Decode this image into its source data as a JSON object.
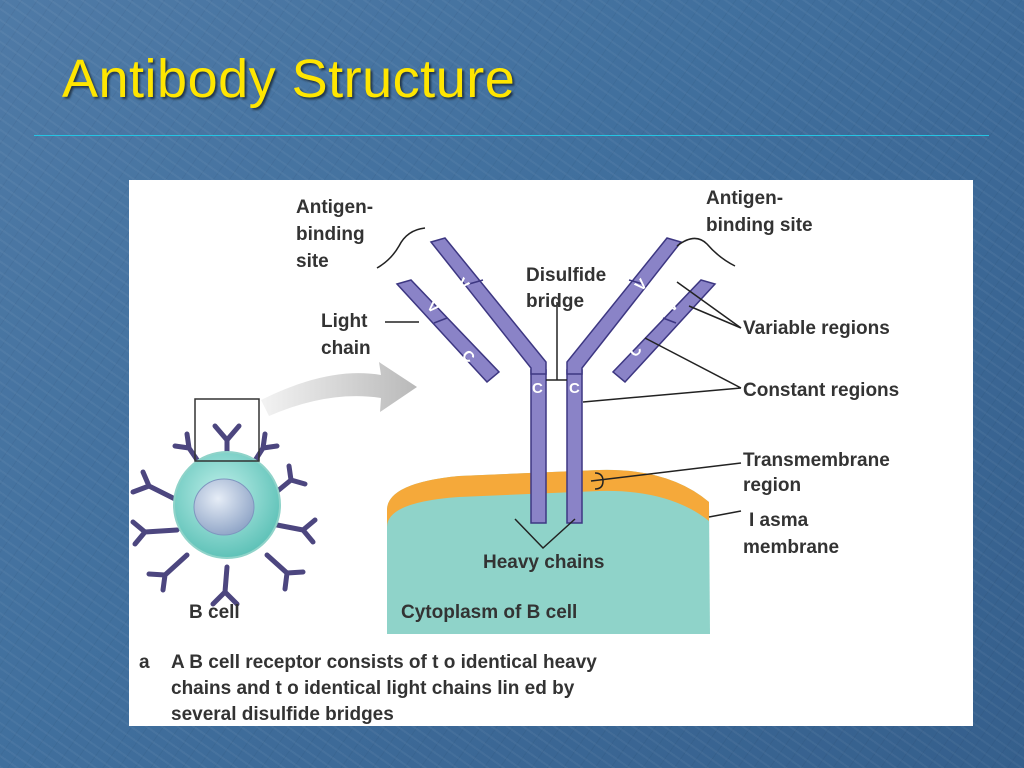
{
  "slide": {
    "title": "Antibody Structure"
  },
  "colors": {
    "title": "#ffe600",
    "rule": "#25c4e2",
    "chain_fill": "#8a83c7",
    "chain_stroke": "#3d3782",
    "membrane": "#f5a93a",
    "cytoplasm": "#8fd3c9",
    "cell": "#6cc9c0"
  },
  "figure": {
    "labels": {
      "antigen_left": [
        "Antigen-",
        "binding",
        "site"
      ],
      "antigen_right": [
        "Antigen-",
        "binding site"
      ],
      "disulfide": [
        "Disulfide",
        "bridge"
      ],
      "light_chain": [
        "Light",
        "chain"
      ],
      "variable_regions": "Variable regions",
      "constant_regions": "Constant regions",
      "transmembrane": [
        "Transmembrane",
        "region"
      ],
      "plasma_membrane": [
        "I asma",
        "membrane"
      ],
      "heavy_chains": "Heavy chains",
      "cytoplasm": "Cytoplasm of B cell",
      "b_cell": "B cell"
    },
    "chain_marks": {
      "variable": "V",
      "constant": "C"
    },
    "caption": {
      "letter": "a",
      "lines": [
        "A B cell receptor consists of t   o identical heavy",
        "chains and t   o identical light chains lin ed  by",
        "several disulfide bridges"
      ]
    }
  }
}
